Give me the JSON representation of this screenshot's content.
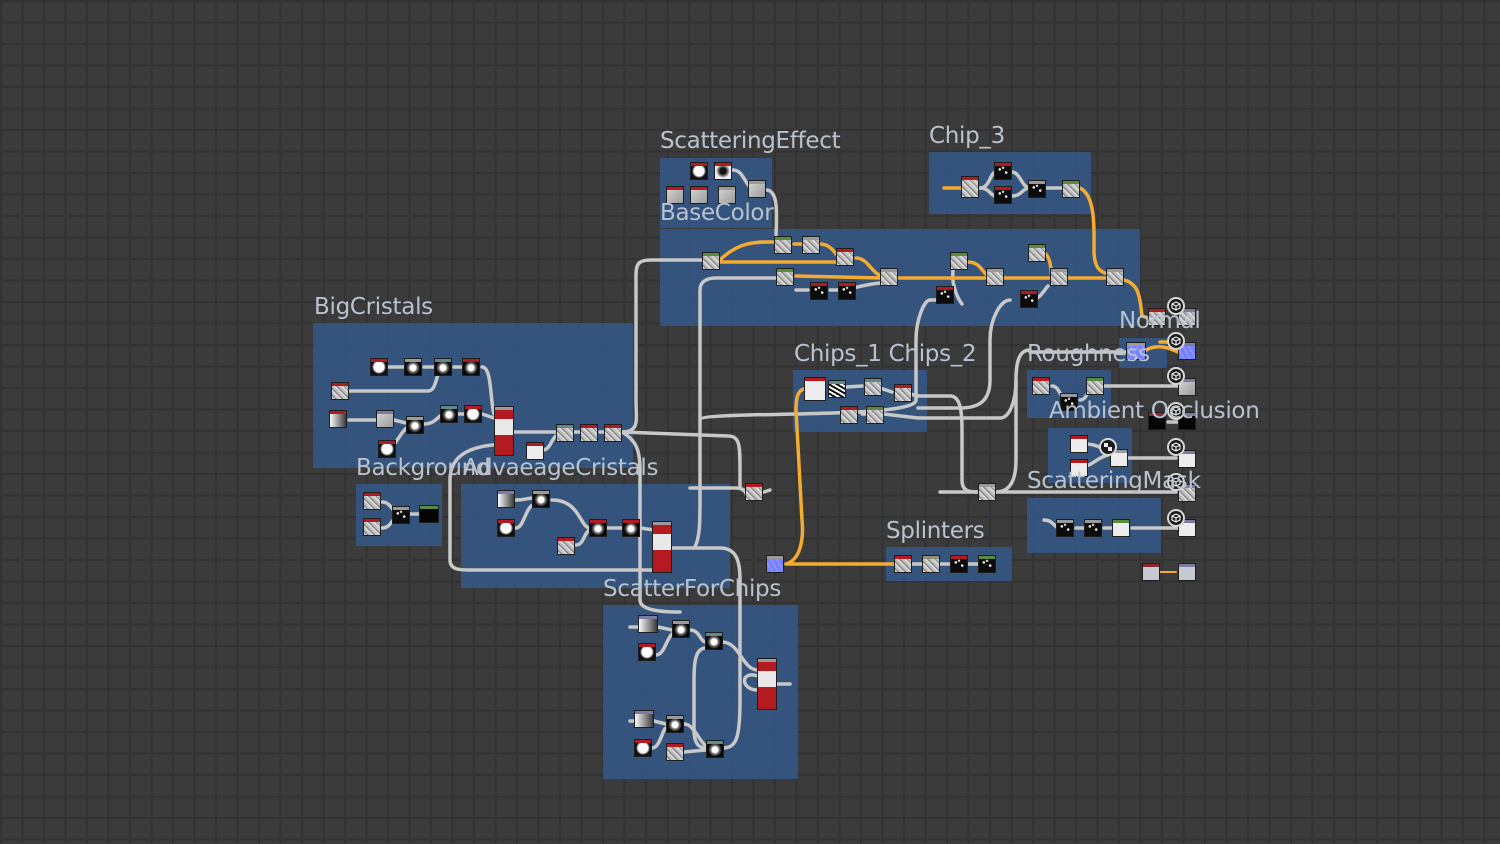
{
  "app": "Substance Designer node graph",
  "colors": {
    "background": "#3b3b3b",
    "grid": "#333333",
    "frame": "#345a8c",
    "wire_grey": "#c8c8c8",
    "wire_color": "#f5aa30",
    "header_red": "#b31b20",
    "header_green": "#5b8a3a",
    "header_teal": "#5f8a86",
    "header_grey": "#9a9a9a",
    "header_lavender": "#7d7ba3"
  },
  "frames": [
    {
      "id": "scattering-effect",
      "title": "ScatteringEffect"
    },
    {
      "id": "chip-3",
      "title": "Chip_3"
    },
    {
      "id": "base-color",
      "title": "BaseColor"
    },
    {
      "id": "big-cristals",
      "title": "BigCristals"
    },
    {
      "id": "background",
      "title": "Background"
    },
    {
      "id": "advaeage-cristals",
      "title": "AdvaeageCristals"
    },
    {
      "id": "chips-1-2",
      "title": "Chips_1 Chips_2"
    },
    {
      "id": "roughness",
      "title": "Roughness"
    },
    {
      "id": "normal",
      "title": "Normal"
    },
    {
      "id": "ambient-occlusion",
      "title": "Ambient Occlusion"
    },
    {
      "id": "scattering-mask",
      "title": "ScatteringMask"
    },
    {
      "id": "splinters",
      "title": "Splinters"
    },
    {
      "id": "scatter-for-chips",
      "title": "ScatterForChips"
    }
  ],
  "outputs": [
    {
      "name": "basecolor-output",
      "icon": "output-cube-icon"
    },
    {
      "name": "normal-output",
      "icon": "output-cube-icon"
    },
    {
      "name": "roughness-output",
      "icon": "output-cube-icon"
    },
    {
      "name": "ambient-occlusion-output",
      "icon": "output-cube-icon"
    },
    {
      "name": "height-output",
      "icon": "output-cube-icon"
    },
    {
      "name": "scattering-mask-output",
      "icon": "output-cube-icon"
    },
    {
      "name": "opacity-output",
      "icon": "output-cube-icon"
    }
  ]
}
